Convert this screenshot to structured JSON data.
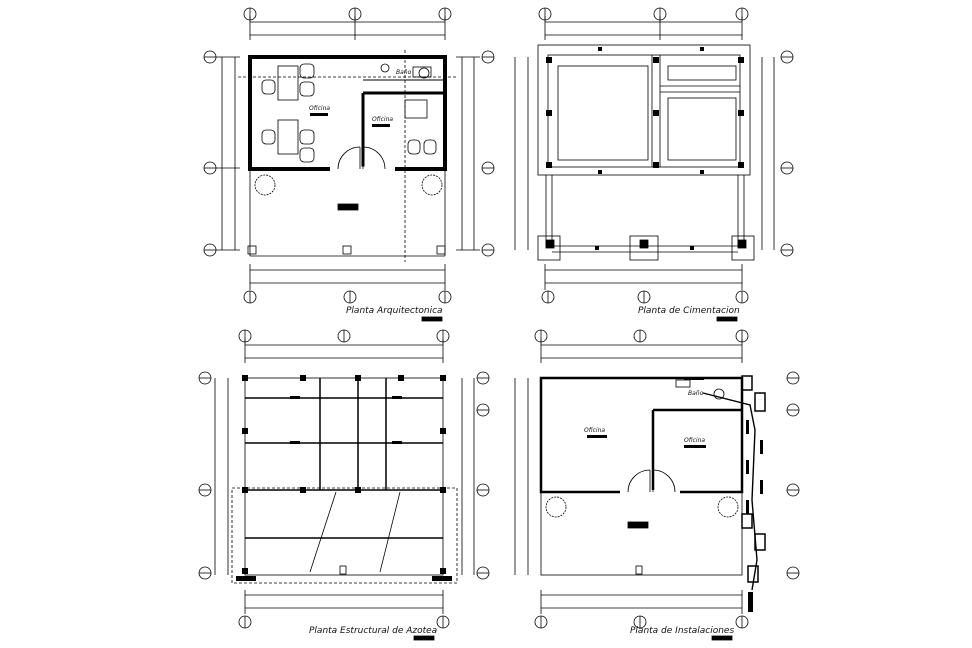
{
  "drawing": {
    "ink_color": "#000000",
    "background": "#ffffff",
    "plans": [
      {
        "id": "arquitectonica",
        "title": "Planta Arquitectonica",
        "rooms": [
          {
            "name": "Baño"
          },
          {
            "name": "Oficina"
          },
          {
            "name": "Oficina"
          }
        ]
      },
      {
        "id": "cimentacion",
        "title": "Planta de Cimentacion",
        "rooms": []
      },
      {
        "id": "azotea",
        "title": "Planta Estructural de Azotea",
        "rooms": []
      },
      {
        "id": "instalaciones",
        "title": "Planta de Instalaciones",
        "rooms": [
          {
            "name": "Baño"
          },
          {
            "name": "Oficina"
          },
          {
            "name": "Oficina"
          }
        ]
      }
    ]
  }
}
